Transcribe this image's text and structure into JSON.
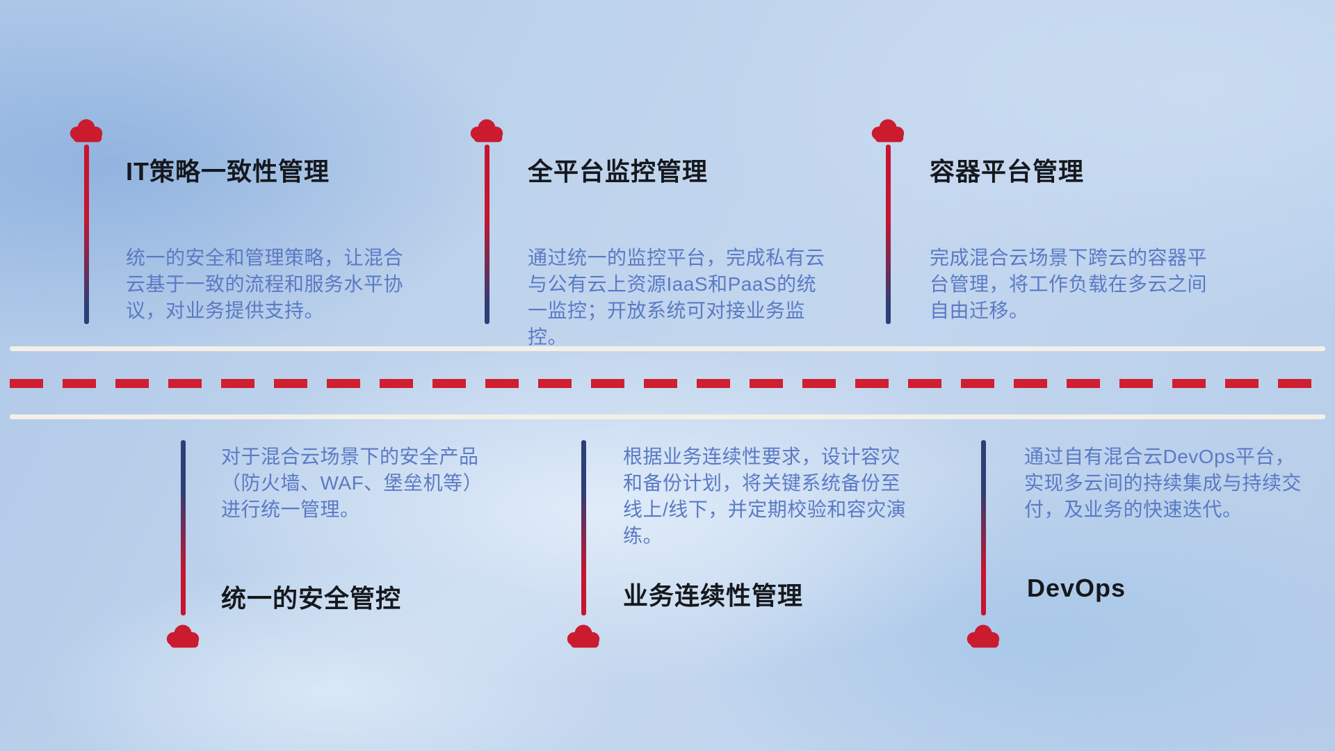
{
  "colors": {
    "cloud_red": "#cb1b2f",
    "stem_red": "#c6152f",
    "stem_navy": "#2e3e76",
    "title_color": "#15181d",
    "desc_color": "#5b7ac4",
    "dash_red": "#cf1f30",
    "road_line": "#f4efe8",
    "background_blue": "#b9cfe9"
  },
  "items_top": [
    {
      "title": "IT策略一致性管理",
      "desc": "统一的安全和管理策略，让混合云基于一致的流程和服务水平协议，对业务提供支持。"
    },
    {
      "title": "全平台监控管理",
      "desc": "通过统一的监控平台，完成私有云与公有云上资源IaaS和PaaS的统一监控；开放系统可对接业务监控。"
    },
    {
      "title": "容器平台管理",
      "desc": "完成混合云场景下跨云的容器平台管理，将工作负载在多云之间自由迁移。"
    }
  ],
  "items_bottom": [
    {
      "title": "统一的安全管控",
      "desc": "对于混合云场景下的安全产品（防火墙、WAF、堡垒机等）进行统一管理。"
    },
    {
      "title": "业务连续性管理",
      "desc": "根据业务连续性要求，设计容灾和备份计划，将关键系统备份至线上/线下，并定期校验和容灾演练。"
    },
    {
      "title": "DevOps",
      "desc": "通过自有混合云DevOps平台，实现多云间的持续集成与持续交付，及业务的快速迭代。"
    }
  ]
}
